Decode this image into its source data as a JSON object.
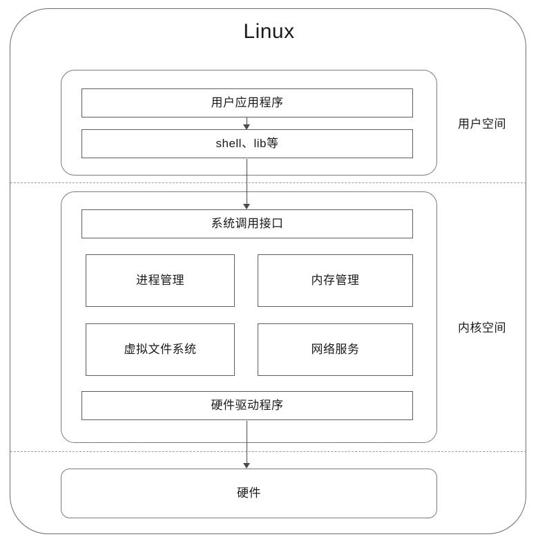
{
  "diagram": {
    "title": "Linux",
    "regions": [
      {
        "id": "user-space",
        "label": "用户空间"
      },
      {
        "id": "kernel-space",
        "label": "内核空间"
      }
    ],
    "user_space": {
      "modules": [
        {
          "id": "user-app",
          "label": "用户应用程序"
        },
        {
          "id": "shell-lib",
          "label": "shell、lib等"
        }
      ]
    },
    "kernel_space": {
      "modules": [
        {
          "id": "syscall",
          "label": "系统调用接口"
        },
        {
          "id": "process",
          "label": "进程管理"
        },
        {
          "id": "memory",
          "label": "内存管理"
        },
        {
          "id": "vfs",
          "label": "虚拟文件系统"
        },
        {
          "id": "network",
          "label": "网络服务"
        },
        {
          "id": "driver",
          "label": "硬件驱动程序"
        }
      ]
    },
    "hardware": {
      "id": "hardware",
      "label": "硬件"
    },
    "connectors": [
      {
        "id": "app-to-shell",
        "from": "用户应用程序",
        "to": "shell、lib等",
        "direction": "down"
      },
      {
        "id": "shell-to-sys",
        "from": "shell、lib等",
        "to": "系统调用接口",
        "direction": "down"
      },
      {
        "id": "drv-to-hw",
        "from": "硬件驱动程序",
        "to": "硬件",
        "direction": "down"
      }
    ],
    "colors": {
      "background": "#ffffff",
      "outer_border": "#6b6b6b",
      "group_border": "#7a7a7a",
      "module_border": "#5c5c5c",
      "separator": "#9a9a9a",
      "arrow": "#4a4a4a",
      "text": "#1a1a1a"
    }
  }
}
